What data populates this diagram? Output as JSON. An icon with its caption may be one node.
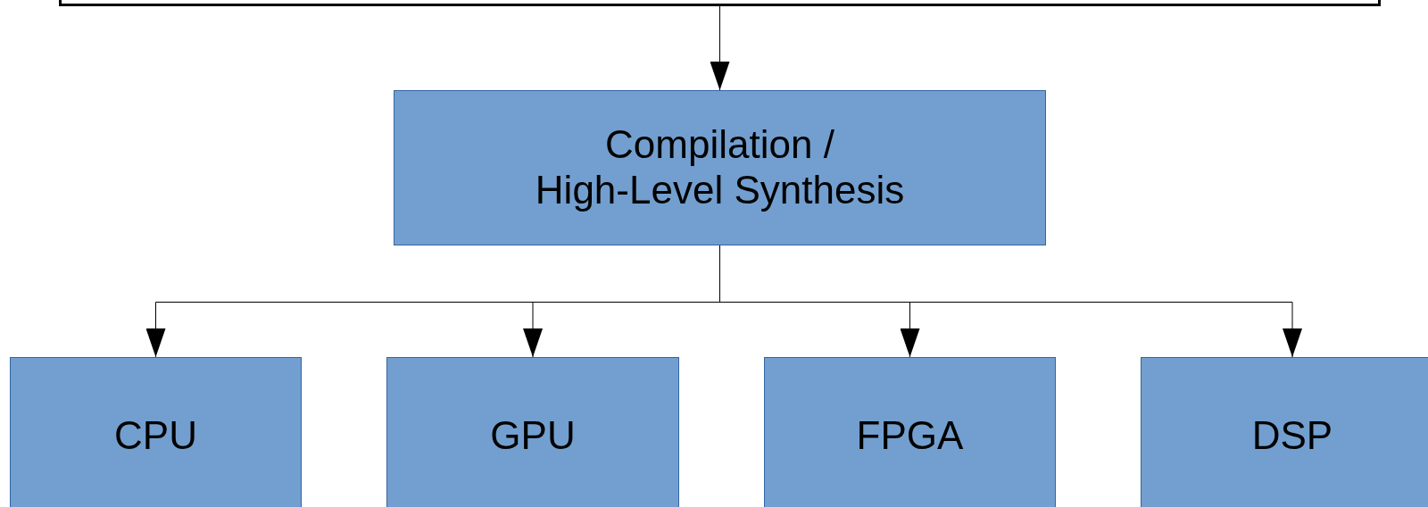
{
  "diagram": {
    "nodes": [
      {
        "text": [],
        "shape": "box"
      },
      {
        "text": [
          "Compilation / High-Level Synthesis"
        ]
      },
      {
        "text": [
          "CPU"
        ]
      },
      {
        "text": [
          "GPU"
        ]
      },
      {
        "text": [
          "FPGA"
        ]
      },
      {
        "text": [
          "DSP"
        ]
      }
    ],
    "edges": [
      {
        "from": 0,
        "to": 1,
        "arrow": "to"
      },
      {
        "from": 1,
        "to": 2,
        "arrow": "to"
      },
      {
        "from": 1,
        "to": 3,
        "arrow": "to"
      },
      {
        "from": 1,
        "to": 4,
        "arrow": "to"
      },
      {
        "from": 1,
        "to": 5,
        "arrow": "to"
      }
    ]
  }
}
